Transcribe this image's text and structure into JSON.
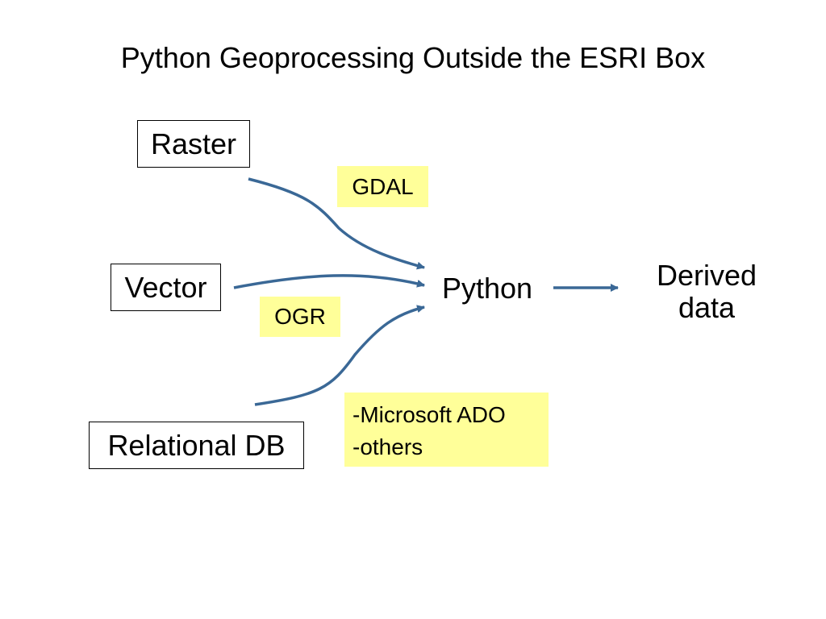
{
  "title": "Python Geoprocessing Outside the ESRI Box",
  "colors": {
    "arrow": "#3a6896",
    "tag_background": "#ffff99",
    "box_border": "#000000"
  },
  "sources": {
    "raster": "Raster",
    "vector": "Vector",
    "relational_db": "Relational DB"
  },
  "libraries": {
    "gdal": "GDAL",
    "ogr": "OGR",
    "db_access_lines": [
      "-Microsoft ADO",
      "-others"
    ]
  },
  "hub": "Python",
  "output_lines": [
    "Derived",
    "data"
  ],
  "edges": [
    {
      "from": "Raster",
      "to": "Python"
    },
    {
      "from": "Vector",
      "to": "Python"
    },
    {
      "from": "Relational DB",
      "to": "Python"
    },
    {
      "from": "Python",
      "to": "Derived data"
    }
  ]
}
